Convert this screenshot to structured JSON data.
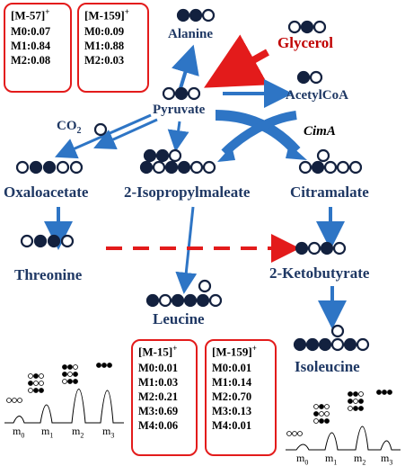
{
  "metabolites": {
    "alanine": "Alanine",
    "glycerol": "Glycerol",
    "pyruvate": "Pyruvate",
    "acetylcoa": "AcetylCoA",
    "co2": "CO",
    "co2_sub": "2",
    "cima": "CimA",
    "oxaloacetate": "Oxaloacetate",
    "isopropylmaleate": "2-Isopropylmaleate",
    "citramalate": "Citramalate",
    "threonine": "Threonine",
    "ketobutyrate": "2-Ketobutyrate",
    "leucine": "Leucine",
    "isoleucine": "Isoleucine"
  },
  "boxes": [
    {
      "header": "[M-57]",
      "sup": "+",
      "rows": [
        "M0:0.07",
        "M1:0.84",
        "M2:0.08"
      ]
    },
    {
      "header": "[M-159]",
      "sup": "+",
      "rows": [
        "M0:0.09",
        "M1:0.88",
        "M2:0.03"
      ]
    },
    {
      "header": "[M-15]",
      "sup": "+",
      "rows": [
        "M0:0.01",
        "M1:0.03",
        "M2:0.21",
        "M3:0.69",
        "M4:0.06"
      ]
    },
    {
      "header": "[M-159]",
      "sup": "+",
      "rows": [
        "M0:0.01",
        "M1:0.14",
        "M2:0.70",
        "M3:0.13",
        "M4:0.01"
      ]
    }
  ],
  "spectra_axis": [
    "m",
    "m",
    "m",
    "m"
  ],
  "spectra_axis_sub": [
    "0",
    "1",
    "2",
    "3"
  ],
  "colors": {
    "blue": "#2e75c5",
    "red": "#e31b1b",
    "navy": "#1f3864",
    "circle_fill": "#13213f"
  }
}
